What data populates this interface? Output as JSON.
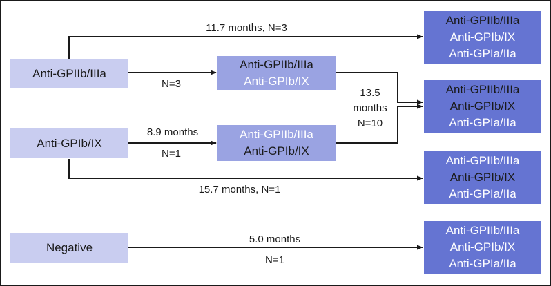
{
  "colors": {
    "start_fill": "#c9cdf0",
    "mid_fill": "#9aa3e2",
    "final_fill": "#6574d2",
    "text_dark": "#1a1a1a",
    "text_light": "#ffffff",
    "line": "#1a1a1a"
  },
  "start_nodes": {
    "gp2b3a": "Anti-GPIIb/IIIa",
    "gp1b9": "Anti-GPIb/IX",
    "negative": "Negative"
  },
  "mid_nodes": {
    "mid1": {
      "line1": "Anti-GPIIb/IIIa",
      "line2": "Anti-GPIb/IX"
    },
    "mid2": {
      "line1": "Anti-GPIIb/IIIa",
      "line2": "Anti-GPIb/IX"
    }
  },
  "final_nodes": {
    "f1": {
      "line1": "Anti-GPIIb/IIIa",
      "line2": "Anti-GPIb/IX",
      "line3": "Anti-GPIa/IIa"
    },
    "f2": {
      "line1": "Anti-GPIIb/IIIa",
      "line2": "Anti-GPIb/IX",
      "line3": "Anti-GPIa/IIa"
    },
    "f3": {
      "line1": "Anti-GPIIb/IIIa",
      "line2": "Anti-GPIb/IX",
      "line3": "Anti-GPIa/IIa"
    },
    "f4": {
      "line1": "Anti-GPIIb/IIIa",
      "line2": "Anti-GPIb/IX",
      "line3": "Anti-GPIa/IIa"
    }
  },
  "edge_labels": {
    "top_path": "11.7 months, N=3",
    "gp2b3a_to_mid1": "N=3",
    "gp1b9_to_mid2_time": "8.9 months",
    "gp1b9_to_mid2_n": "N=1",
    "merge_line1": "13.5",
    "merge_line2": "months",
    "merge_line3": "N=10",
    "bottom_path": "15.7 months, N=1",
    "negative_time": "5.0 months",
    "negative_n": "N=1"
  }
}
